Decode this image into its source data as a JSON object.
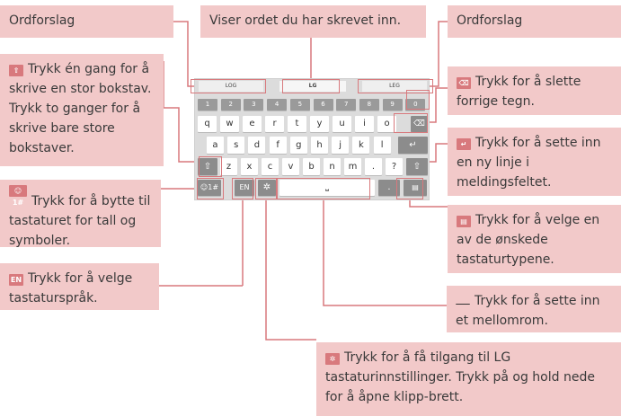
{
  "callouts": {
    "ordforslag_left": "Ordforslag",
    "viser_ordet": "Viser ordet du har skrevet inn.",
    "ordforslag_right": "Ordforslag",
    "shift": "Trykk én gang for å skrive en stor bokstav. Trykk to ganger for å skrive bare store bokstaver.",
    "symbols": "Trykk for å bytte til tastaturet for tall og symboler.",
    "language": "Trykk for å velge tastaturspråk.",
    "delete": "Trykk for å slette forrige tegn.",
    "enter": "Trykk for å sette inn en ny linje i meldingsfeltet.",
    "keyboard_type": "Trykk for å velge en av de ønskede tastaturtypene.",
    "space": "Trykk for å sette inn et mellomrom.",
    "settings": "Trykk for å få tilgang til LG tastaturinnstillinger. Trykk på og hold nede for å åpne klipp-brett."
  },
  "icons": {
    "shift": "shift-icon",
    "symbols_label": "☺1#",
    "language_label": "EN",
    "delete": "backspace-icon",
    "enter": "enter-icon",
    "keyboard_type": "keyboard-icon",
    "space": "space-icon",
    "settings": "gear-icon"
  },
  "keyboard": {
    "suggestions": [
      "LOG",
      "LG",
      "LEG"
    ],
    "number_row": [
      "1",
      "2",
      "3",
      "4",
      "5",
      "6",
      "7",
      "8",
      "9",
      "0"
    ],
    "row1": [
      "q",
      "w",
      "e",
      "r",
      "t",
      "y",
      "u",
      "i",
      "o",
      "p"
    ],
    "row2": [
      "a",
      "s",
      "d",
      "f",
      "g",
      "h",
      "j",
      "k",
      "l"
    ],
    "row3": [
      "z",
      "x",
      "c",
      "v",
      "b",
      "n",
      "m",
      ".",
      "?"
    ],
    "symbols_key": "☺1#",
    "lang_key": "EN"
  },
  "colors": {
    "callout_bg": "#f2c9c9",
    "accent": "#d8797d"
  }
}
